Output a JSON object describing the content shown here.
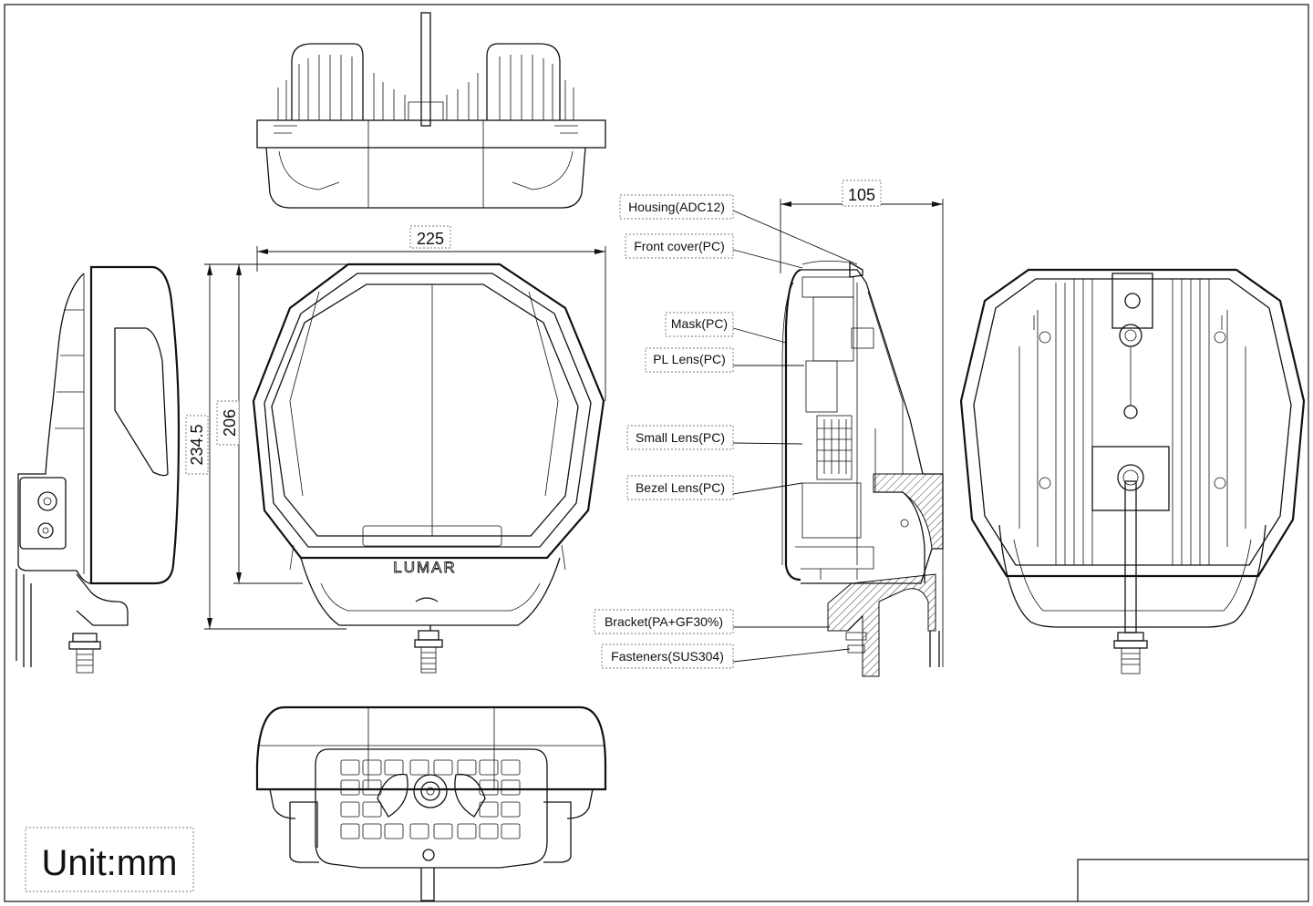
{
  "dimensions": {
    "width": "225",
    "height_inner": "206",
    "height_total": "234.5",
    "depth": "105"
  },
  "callouts": [
    "Housing(ADC12)",
    "Front cover(PC)",
    "Mask(PC)",
    "PL Lens(PC)",
    "Small Lens(PC)",
    "Bezel Lens(PC)",
    "Bracket(PA+GF30%)",
    "Fasteners(SUS304)"
  ],
  "brand_logo": "LUMAR",
  "unit_label": "Unit:mm"
}
